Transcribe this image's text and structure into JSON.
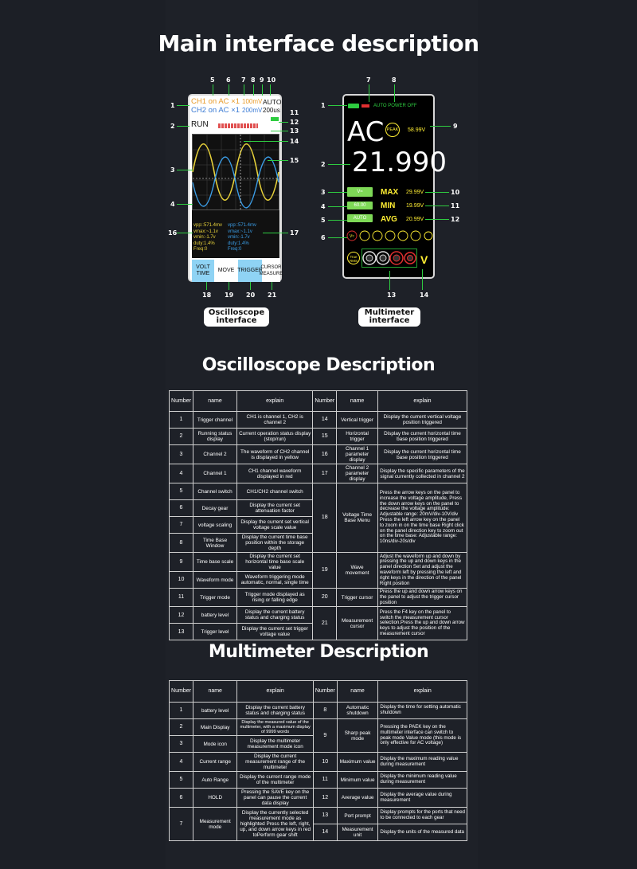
{
  "titles": {
    "main": "Main interface description",
    "oscilloscope": "Oscilloscope Description",
    "multimeter": "Multimeter Description"
  },
  "captions": {
    "oscilloscope": [
      "Oscilloscope",
      "interface"
    ],
    "multimeter": [
      "Multimeter",
      "interface"
    ]
  },
  "osc_screen": {
    "ch1": "CH1 on AC ×1",
    "ch2": "CH2 on AC ×1",
    "ch1_volt": "100mV",
    "ch2_volt": "200mV",
    "mode": "AUTO",
    "timebase": "200us",
    "status": "RUN",
    "meas_ch1": [
      "vpp::571.4mv",
      "vmax:~1.1v",
      "vmin:-1.7v",
      "duty:1.4%",
      "Freq:0"
    ],
    "meas_ch2": [
      "vpp::571.4mv",
      "vmax:~1.1v",
      "vmin:-1.7v",
      "duty:1.4%",
      "Freq:0"
    ],
    "buttons": [
      "VOLT TIME",
      "MOVE",
      "TRIGGER",
      "CURSOR MEASURE"
    ]
  },
  "mm_screen": {
    "auto_power_off": "AUTO POWER OFF",
    "mode": "AC",
    "peak": "PEAK",
    "peak_value": "58.99V",
    "reading": "21.990",
    "range_box1": "V≈",
    "range_box2": "60.00",
    "range_box3": "AUTO",
    "max_label": "MAX",
    "min_label": "MIN",
    "avg_label": "AVG",
    "max_value": "29.99V",
    "min_value": "19.99V",
    "avg_value": "20.99V",
    "true_rms": "True RMS",
    "unit": "V"
  },
  "osc_callouts": [
    "1",
    "2",
    "3",
    "4",
    "5",
    "6",
    "7",
    "8",
    "9",
    "10",
    "11",
    "12",
    "13",
    "14",
    "15",
    "16",
    "17",
    "18",
    "19",
    "20",
    "21"
  ],
  "mm_callouts": [
    "1",
    "2",
    "3",
    "4",
    "5",
    "6",
    "7",
    "8",
    "9",
    "10",
    "11",
    "12",
    "13",
    "14"
  ],
  "osc_table": {
    "headers": [
      "Number",
      "name",
      "explain",
      "Number",
      "name",
      "explain"
    ],
    "left": [
      {
        "n": "1",
        "name": "Trigger channel",
        "explain": "CH1 is channel 1, CH2 is channel 2"
      },
      {
        "n": "2",
        "name": "Running status display",
        "explain": "Current operation status display (stop/run)"
      },
      {
        "n": "3",
        "name": "Channel 2",
        "explain": "The waveform of CH2 channel is displayed in yellow"
      },
      {
        "n": "4",
        "name": "Channel 1",
        "explain": "CH1 channel waveform displayed in red"
      },
      {
        "n": "5",
        "name": "Channel switch",
        "explain": "CH1/CH2 channel switch"
      },
      {
        "n": "6",
        "name": "Decay gear",
        "explain": "Display the current set attenuation factor"
      },
      {
        "n": "7",
        "name": "voltage scaling",
        "explain": "Display the current set vertical voltage scale value"
      },
      {
        "n": "8",
        "name": "Time Base Window",
        "explain": "Display the current time base position within the storage depth"
      },
      {
        "n": "9",
        "name": "Time base scale",
        "explain": "Display the current set horizontal time base scale value"
      },
      {
        "n": "10",
        "name": "Waveform mode",
        "explain": "Waveform triggering mode automatic, normal, single time"
      },
      {
        "n": "11",
        "name": "Trigger mode",
        "explain": "Trigger mode displayed as rising or falling edge"
      },
      {
        "n": "12",
        "name": "battery level",
        "explain": "Display the current battery status and charging status"
      },
      {
        "n": "13",
        "name": "Trigger level",
        "explain": "Display the current set trigger voltage value"
      }
    ],
    "right": [
      {
        "n": "14",
        "name": "Vertical trigger",
        "explain": "Display the current vertical voltage position triggered"
      },
      {
        "n": "15",
        "name": "Horizontal trigger",
        "explain": "Display the current horizontal time base position triggered"
      },
      {
        "n": "16",
        "name": "Channel 1 parameter display",
        "explain": "Display the current horizontal time base position triggered"
      },
      {
        "n": "17",
        "name": "Channel 2 parameter display",
        "explain": "Display the specific parameters of the signal currently collected in channel 2"
      },
      {
        "n": "18",
        "name": "Voltage Time Base Menu",
        "explain": "Press the arrow keys on the panel to increase the voltage amplitude, Press the down arrow keys on the panel to decrease the voltage amplitude: Adjustable range: 20mV/div-10V/div Press the left arrow key on the panel to zoom in on the time base Right click on the panel direction key to zoom out on the time base: Adjustable range: 10ns/div-20s/div"
      },
      {
        "n": "19",
        "name": "Wave movement",
        "explain": "Adjust the waveform up and down by pressing the up and down keys in the panel direction Set and adjust the waveform left by pressing the left and right keys in the direction of the panel Right position"
      },
      {
        "n": "20",
        "name": "Trigger cursor",
        "explain": "Press the up and down arrow keys on the panel to adjust the trigger cursor position"
      },
      {
        "n": "21",
        "name": "Measurement cursor",
        "explain": "Press the F4 key on the panel to switch the measurement cursor selection.Press the up and down arrow keys to adjust the position of the measurement cursor"
      }
    ]
  },
  "mm_table": {
    "headers": [
      "Number",
      "name",
      "explain",
      "Number",
      "name",
      "explain"
    ],
    "left": [
      {
        "n": "1",
        "name": "battery level",
        "explain": "Display the current battery status and charging status"
      },
      {
        "n": "2",
        "name": "Main Display",
        "explain": "Display the measured value of the multimeter, with a maximum display of 9999 words"
      },
      {
        "n": "3",
        "name": "Mode icon",
        "explain": "Display the multimeter measurement mode icon"
      },
      {
        "n": "4",
        "name": "Current range",
        "explain": "Display the current measurement range of the multimeter"
      },
      {
        "n": "5",
        "name": "Auto Range",
        "explain": "Display the current range mode of the multimeter"
      },
      {
        "n": "6",
        "name": "HOLD",
        "explain": "Pressing the SAVE key on the panel can pause the current data display"
      },
      {
        "n": "7",
        "name": "Measurement mode",
        "explain": "Display the currently selected measurement mode as highlighted Press the left, right, up, and down arrow keys in red toPerform gear shift"
      }
    ],
    "right": [
      {
        "n": "8",
        "name": "Automatic shutdown",
        "explain": "Display the time for setting automatic shutdown"
      },
      {
        "n": "9",
        "name": "Sharp peak mode",
        "explain": "Pressing the PAEK key on the multimeter interface can switch to peak mode Value mode (this mode is only effective for AC voltage)"
      },
      {
        "n": "10",
        "name": "Maximum value",
        "explain": "Display the maximum reading value during measurement"
      },
      {
        "n": "11",
        "name": "Minimum value",
        "explain": "Display the minimum reading value during measurement"
      },
      {
        "n": "12",
        "name": "Average value",
        "explain": "Display the average value during measurement"
      },
      {
        "n": "13",
        "name": "Port prompt",
        "explain": "Display prompts for the ports that need to be connected to each gear"
      },
      {
        "n": "14",
        "name": "Measurement unit",
        "explain": "Display the units of the measured data"
      }
    ]
  },
  "colors": {
    "accent": "#2ecc40",
    "yellow": "#ffee33",
    "ch1": "#e89b2a",
    "ch2": "#3b7bd4",
    "button": "#8fd3f4"
  }
}
